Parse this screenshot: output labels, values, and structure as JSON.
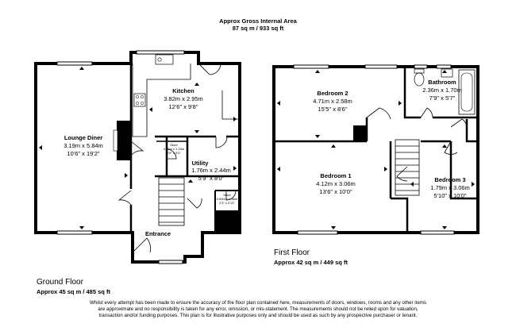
{
  "header": {
    "title": "Approx Gross Internal Area",
    "area": "87 sq m / 933 sq ft"
  },
  "ground_floor": {
    "label": "Ground Floor",
    "area": "Approx 45 sq m / 485 sq ft",
    "rooms": {
      "lounge": {
        "name": "Lounge Diner",
        "metric": "3.19m x 5.84m",
        "imperial": "10'6\" x 19'2\""
      },
      "kitchen": {
        "name": "Kitchen",
        "metric": "3.82m x 2.95m",
        "imperial": "12'6\" x 9'8\""
      },
      "utility": {
        "name": "Utility",
        "metric": "1.76m x 2.44m",
        "imperial": "5'9\" x 8'0\""
      },
      "store1": {
        "name": "Store",
        "metric": "0.75m x 1.23m",
        "imperial": "2'6\" x 4'0\""
      },
      "store2": {
        "name": "Store",
        "metric": "0.69m x 0.86m",
        "imperial": "2'3\" x 2'10\""
      },
      "entrance": {
        "name": "Entrance"
      }
    }
  },
  "first_floor": {
    "label": "First Floor",
    "area": "Approx 42 sq m / 449 sq ft",
    "rooms": {
      "bedroom2": {
        "name": "Bedroom 2",
        "metric": "4.71m x 2.58m",
        "imperial": "15'5\" x 8'6\""
      },
      "bathroom": {
        "name": "Bathroom",
        "metric": "2.36m x 1.70m",
        "imperial": "7'9\" x 5'7\""
      },
      "bedroom1": {
        "name": "Bedroom 1",
        "metric": "4.12m x 3.06m",
        "imperial": "13'6\" x 10'0\""
      },
      "bedroom3": {
        "name": "Bedroom 3",
        "metric": "1.79m x 3.06m",
        "imperial": "5'10\" x 10'0\""
      }
    }
  },
  "disclaimer": "Whilst every attempt has been made to ensure the accuracy of the floor plan contained here, measurements of doors, windows, rooms and any other items are approximate and no responsibility is taken for any error, omission, or mis-statement. The measurements should not be relied upon for valuation, transaction and/or funding purposes. This plan is for illustrative purposes only and should be used as such by any prospective purchaser or tenant."
}
